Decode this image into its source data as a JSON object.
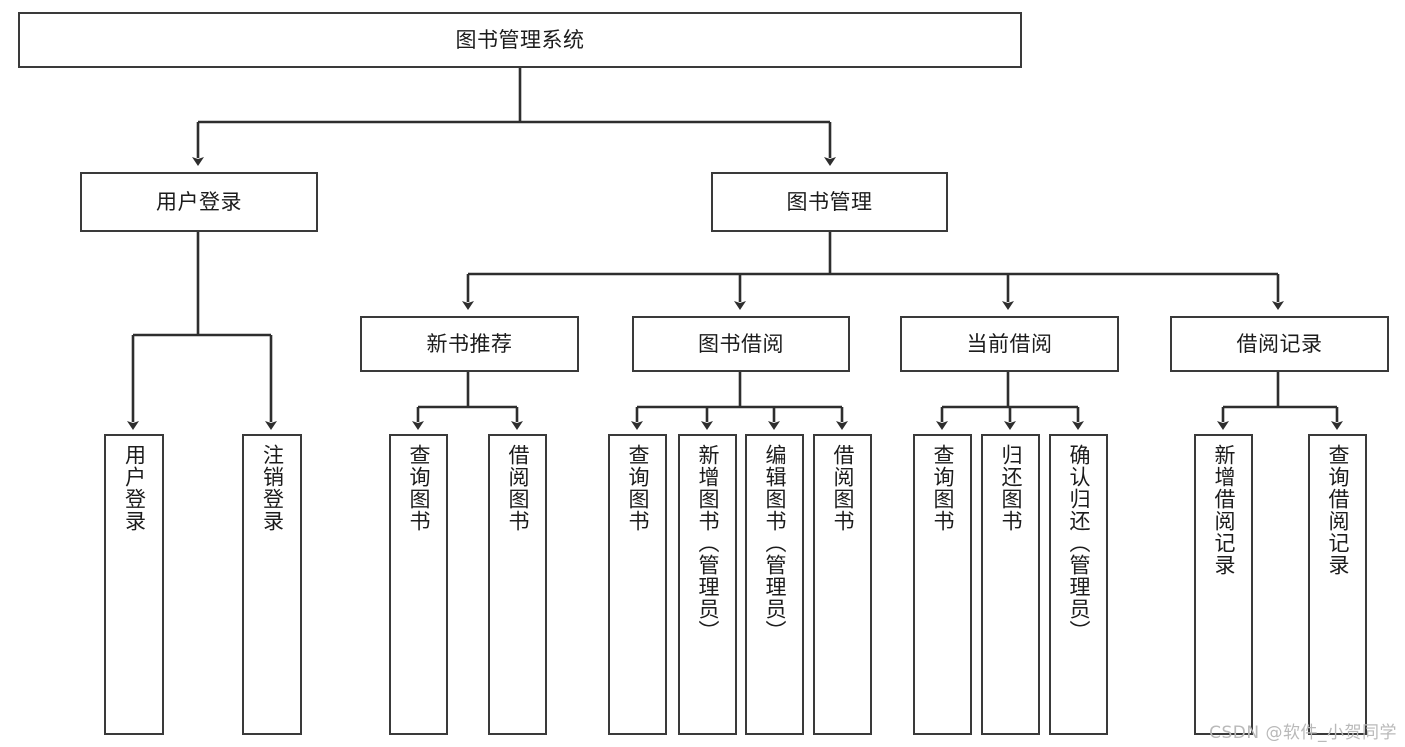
{
  "diagram": {
    "title": "图书管理系统",
    "type": "tree-structure-chart",
    "watermark": "CSDN @软件_小贺同学",
    "colors": {
      "background": "#ffffff",
      "box_border": "#3a3a3a",
      "edge": "#2e2e2e",
      "text": "#1c1c1c",
      "watermark": "#b9b9b9"
    },
    "nodes": {
      "root": {
        "label": "图书管理系统",
        "level": 0,
        "orientation": "horizontal"
      },
      "user_login": {
        "label": "用户登录",
        "level": 1,
        "orientation": "horizontal"
      },
      "book_manage": {
        "label": "图书管理",
        "level": 1,
        "orientation": "horizontal"
      },
      "new_book_rec": {
        "label": "新书推荐",
        "level": 2,
        "orientation": "horizontal"
      },
      "book_borrow": {
        "label": "图书借阅",
        "level": 2,
        "orientation": "horizontal"
      },
      "current_borrow": {
        "label": "当前借阅",
        "level": 2,
        "orientation": "horizontal"
      },
      "borrow_record": {
        "label": "借阅记录",
        "level": 2,
        "orientation": "horizontal"
      },
      "leaf_user_login": {
        "label": "用户登录",
        "level": 2,
        "orientation": "vertical"
      },
      "leaf_logout": {
        "label": "注销登录",
        "level": 2,
        "orientation": "vertical"
      },
      "leaf_query_book_1": {
        "label": "查询图书",
        "level": 3,
        "orientation": "vertical"
      },
      "leaf_borrow_book_1": {
        "label": "借阅图书",
        "level": 3,
        "orientation": "vertical"
      },
      "leaf_query_book_2": {
        "label": "查询图书",
        "level": 3,
        "orientation": "vertical"
      },
      "leaf_add_book": {
        "label": "新增图书（管理员）",
        "level": 3,
        "orientation": "vertical"
      },
      "leaf_edit_book": {
        "label": "编辑图书（管理员）",
        "level": 3,
        "orientation": "vertical"
      },
      "leaf_borrow_book_2": {
        "label": "借阅图书",
        "level": 3,
        "orientation": "vertical"
      },
      "leaf_query_book_3": {
        "label": "查询图书",
        "level": 3,
        "orientation": "vertical"
      },
      "leaf_return_book": {
        "label": "归还图书",
        "level": 3,
        "orientation": "vertical"
      },
      "leaf_confirm_return": {
        "label": "确认归还（管理员）",
        "level": 3,
        "orientation": "vertical"
      },
      "leaf_add_record": {
        "label": "新增借阅记录",
        "level": 3,
        "orientation": "vertical"
      },
      "leaf_query_record": {
        "label": "查询借阅记录",
        "level": 3,
        "orientation": "vertical"
      }
    },
    "edges": [
      {
        "from": "root",
        "to": "user_login"
      },
      {
        "from": "root",
        "to": "book_manage"
      },
      {
        "from": "user_login",
        "to": "leaf_user_login"
      },
      {
        "from": "user_login",
        "to": "leaf_logout"
      },
      {
        "from": "book_manage",
        "to": "new_book_rec"
      },
      {
        "from": "book_manage",
        "to": "book_borrow"
      },
      {
        "from": "book_manage",
        "to": "current_borrow"
      },
      {
        "from": "book_manage",
        "to": "borrow_record"
      },
      {
        "from": "new_book_rec",
        "to": "leaf_query_book_1"
      },
      {
        "from": "new_book_rec",
        "to": "leaf_borrow_book_1"
      },
      {
        "from": "book_borrow",
        "to": "leaf_query_book_2"
      },
      {
        "from": "book_borrow",
        "to": "leaf_add_book"
      },
      {
        "from": "book_borrow",
        "to": "leaf_edit_book"
      },
      {
        "from": "book_borrow",
        "to": "leaf_borrow_book_2"
      },
      {
        "from": "current_borrow",
        "to": "leaf_query_book_3"
      },
      {
        "from": "current_borrow",
        "to": "leaf_return_book"
      },
      {
        "from": "current_borrow",
        "to": "leaf_confirm_return"
      },
      {
        "from": "borrow_record",
        "to": "leaf_add_record"
      },
      {
        "from": "borrow_record",
        "to": "leaf_query_record"
      }
    ]
  }
}
